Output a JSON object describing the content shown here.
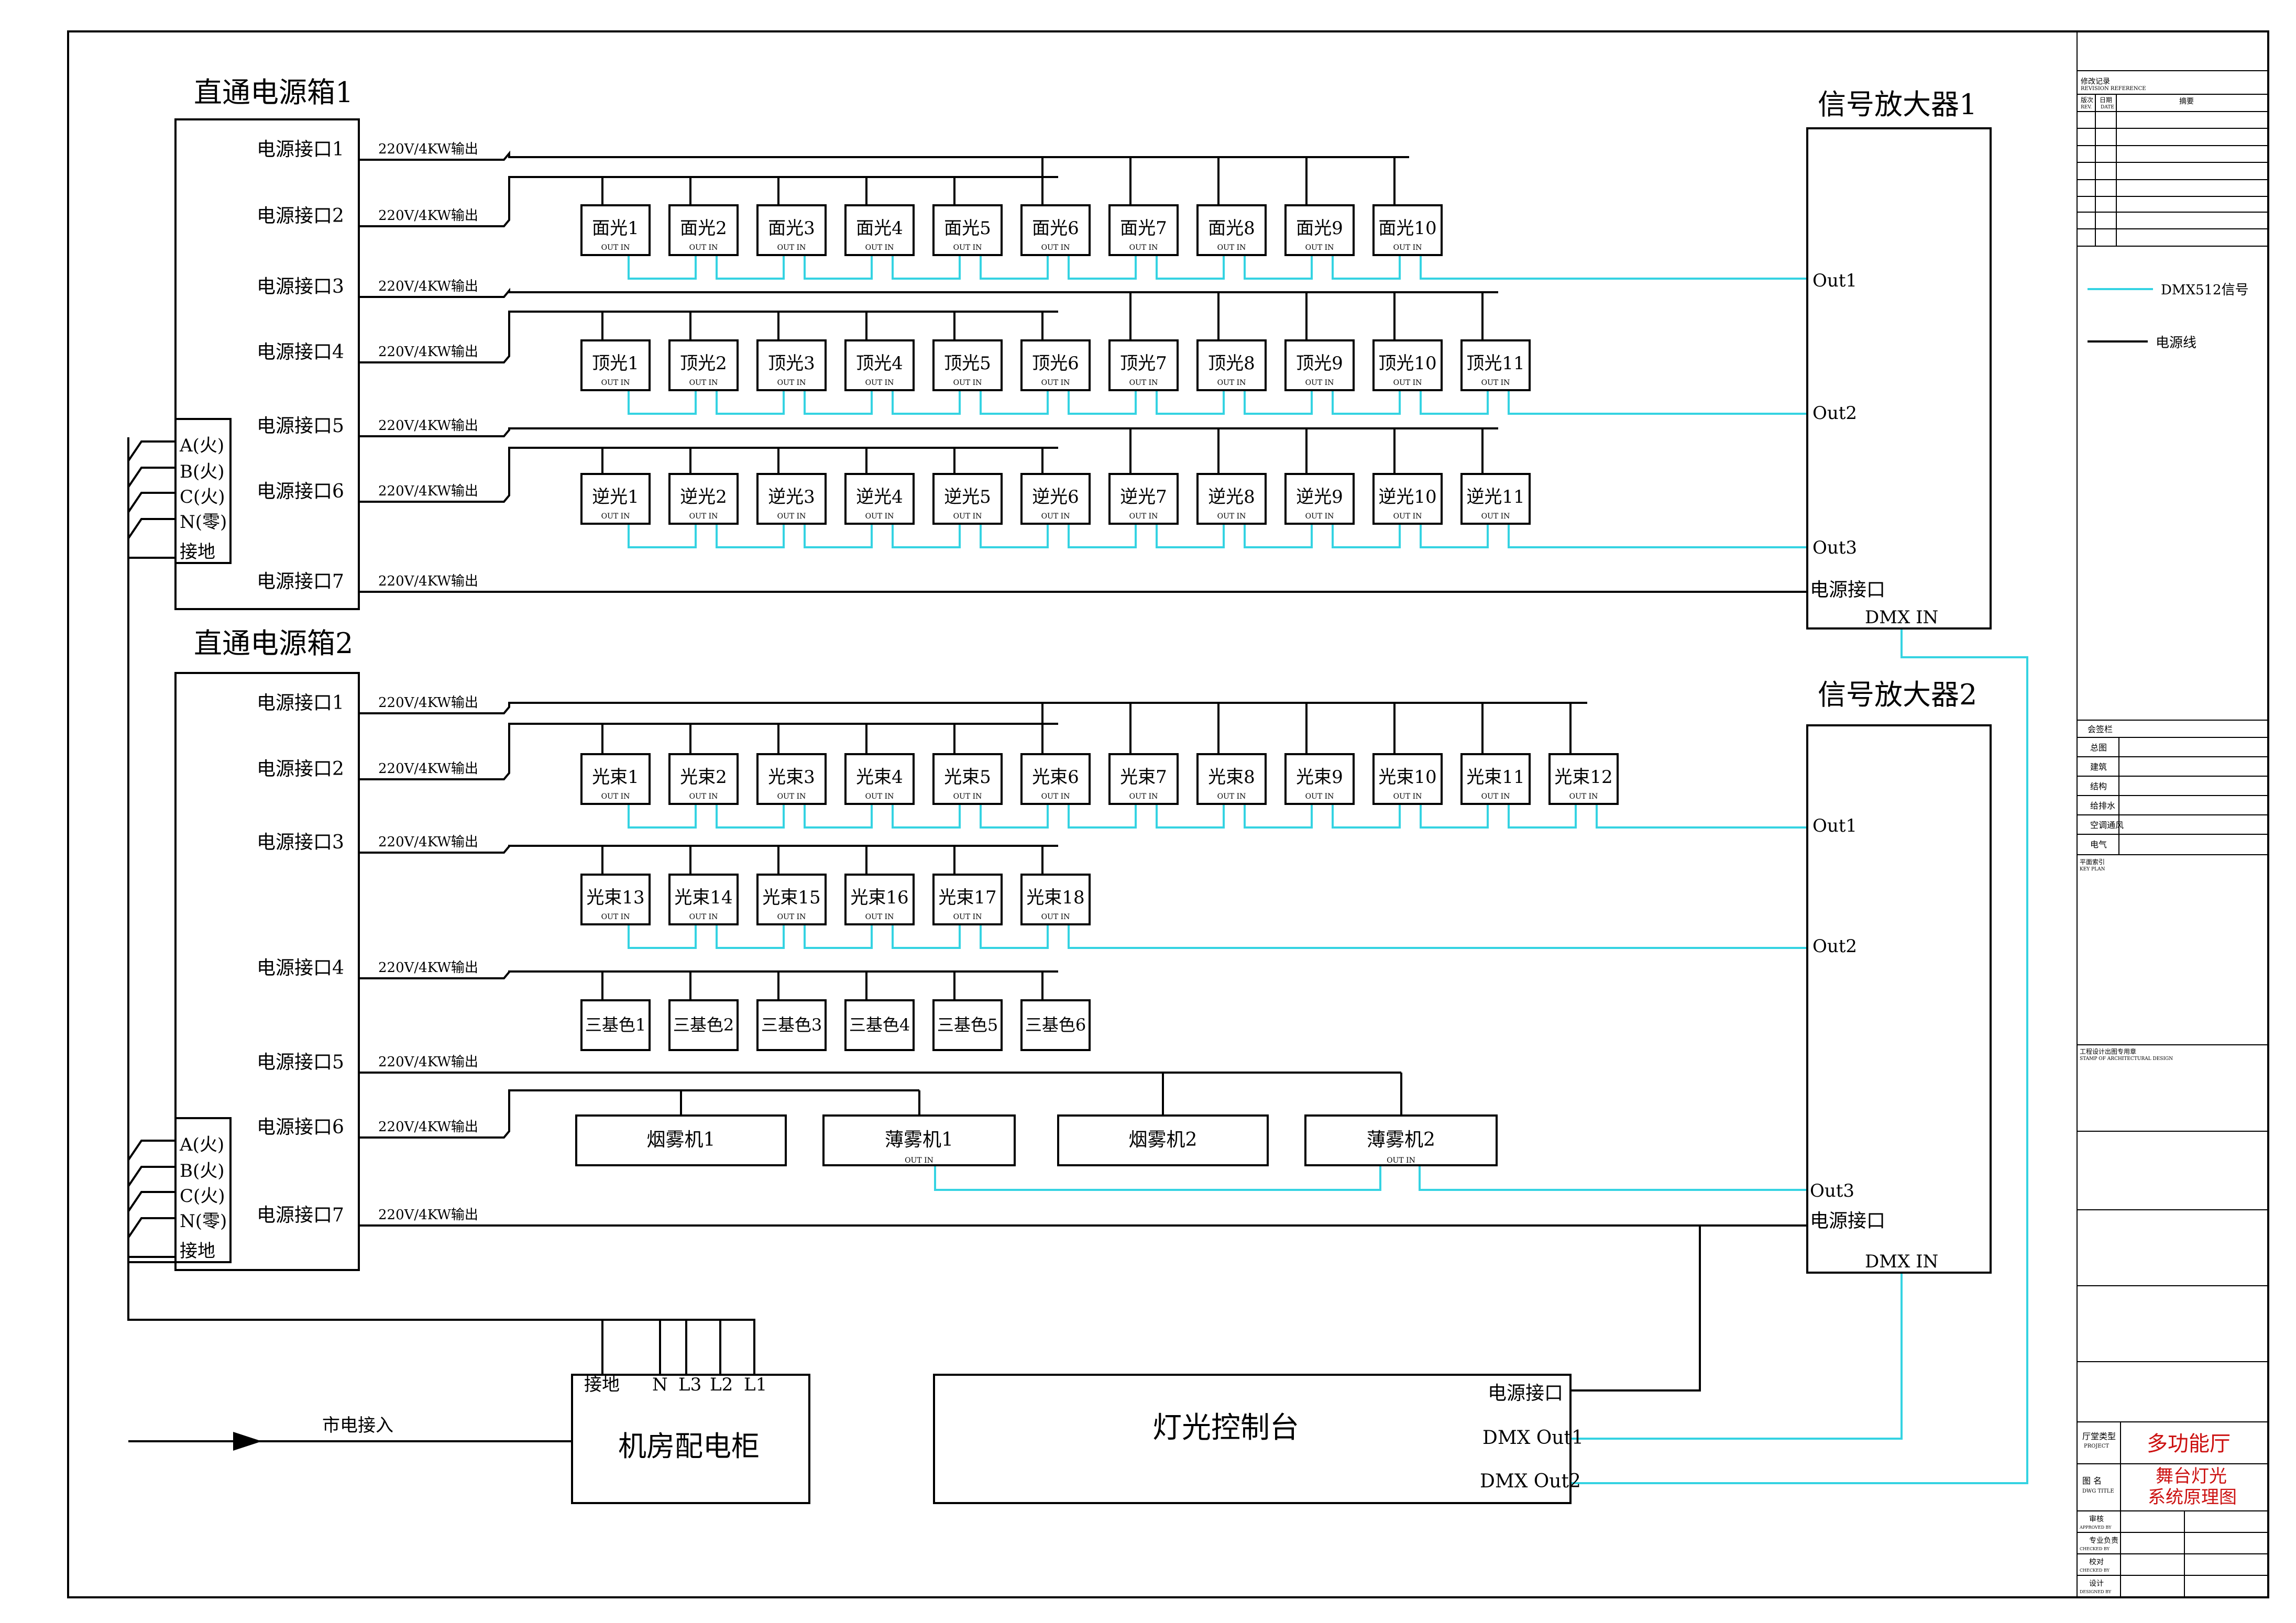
{
  "power_box_1": {
    "title": "直通电源箱1",
    "ports": [
      "电源接口1",
      "电源接口2",
      "电源接口3",
      "电源接口4",
      "电源接口5",
      "电源接口6",
      "电源接口7"
    ],
    "terminals": [
      "A(火)",
      "B(火)",
      "C(火)",
      "N(零)",
      "接地"
    ]
  },
  "power_box_2": {
    "title": "直通电源箱2",
    "ports": [
      "电源接口1",
      "电源接口2",
      "电源接口3",
      "电源接口4",
      "电源接口5",
      "电源接口6",
      "电源接口7"
    ],
    "terminals": [
      "A(火)",
      "B(火)",
      "C(火)",
      "N(零)",
      "接地"
    ]
  },
  "output_label": "220V/4KW输出",
  "fixture_port_label": "OUT  IN",
  "fixture_groups": {
    "face_light": [
      "面光1",
      "面光2",
      "面光3",
      "面光4",
      "面光5",
      "面光6",
      "面光7",
      "面光8",
      "面光9",
      "面光10"
    ],
    "top_light": [
      "顶光1",
      "顶光2",
      "顶光3",
      "顶光4",
      "顶光5",
      "顶光6",
      "顶光7",
      "顶光8",
      "顶光9",
      "顶光10",
      "顶光11"
    ],
    "back_light": [
      "逆光1",
      "逆光2",
      "逆光3",
      "逆光4",
      "逆光5",
      "逆光6",
      "逆光7",
      "逆光8",
      "逆光9",
      "逆光10",
      "逆光11"
    ],
    "beam_a": [
      "光束1",
      "光束2",
      "光束3",
      "光束4",
      "光束5",
      "光束6",
      "光束7",
      "光束8",
      "光束9",
      "光束10",
      "光束11",
      "光束12"
    ],
    "beam_b": [
      "光束13",
      "光束14",
      "光束15",
      "光束16",
      "光束17",
      "光束18"
    ],
    "tricolor": [
      "三基色1",
      "三基色2",
      "三基色3",
      "三基色4",
      "三基色5",
      "三基色6"
    ],
    "effects": [
      "烟雾机1",
      "薄雾机1",
      "烟雾机2",
      "薄雾机2"
    ]
  },
  "amplifier_1": {
    "title": "信号放大器1",
    "outputs": [
      "Out1",
      "Out2",
      "Out3"
    ],
    "power": "电源接口",
    "dmx_in": "DMX IN"
  },
  "amplifier_2": {
    "title": "信号放大器2",
    "outputs": [
      "Out1",
      "Out2",
      "Out3"
    ],
    "power": "电源接口",
    "dmx_in": "DMX IN"
  },
  "distribution_cabinet": {
    "title": "机房配电柜",
    "terminals": [
      "接地",
      "N",
      "L3",
      "L2",
      "L1"
    ],
    "input": "市电接入"
  },
  "console": {
    "title": "灯光控制台",
    "ports": [
      "电源接口",
      "DMX Out1",
      "DMX Out2"
    ]
  },
  "legend": {
    "dmx": "DMX512信号",
    "power": "电源线"
  },
  "colors": {
    "dmx": "#35d3e2",
    "line": "#000000",
    "title_red": "#cc1111"
  },
  "title_block": {
    "revision_header": "修改记录",
    "revision_header_en": "REVISION REFERENCE",
    "rev_cols": [
      "版次",
      "日期",
      "摘要"
    ],
    "rev_cols_en": [
      "REV.",
      "DATE"
    ],
    "sign_header": "会签栏",
    "sign_rows": [
      "总图",
      "建筑",
      "结构",
      "给排水",
      "空调通风",
      "电气"
    ],
    "key_plan": "平面索引",
    "key_plan_en": "KEY PLAN",
    "stamp": "工程设计出图专用章",
    "stamp_en": "STAMP OF ARCHITECTURAL DESIGN",
    "project_label": "厅堂类型",
    "project_label_en": "PROJECT",
    "project": "多功能厅",
    "dwg_label": "图  名",
    "dwg_label_en": "DWG TITLE",
    "dwg_title_1": "舞台灯光",
    "dwg_title_2": "系统原理图",
    "bottom_rows": [
      [
        "审核",
        "APPROVED BY"
      ],
      [
        "专业负责",
        "CHECKED BY"
      ],
      [
        "校对",
        "CHECKED BY"
      ],
      [
        "设计",
        "DESIGNED BY"
      ]
    ]
  }
}
